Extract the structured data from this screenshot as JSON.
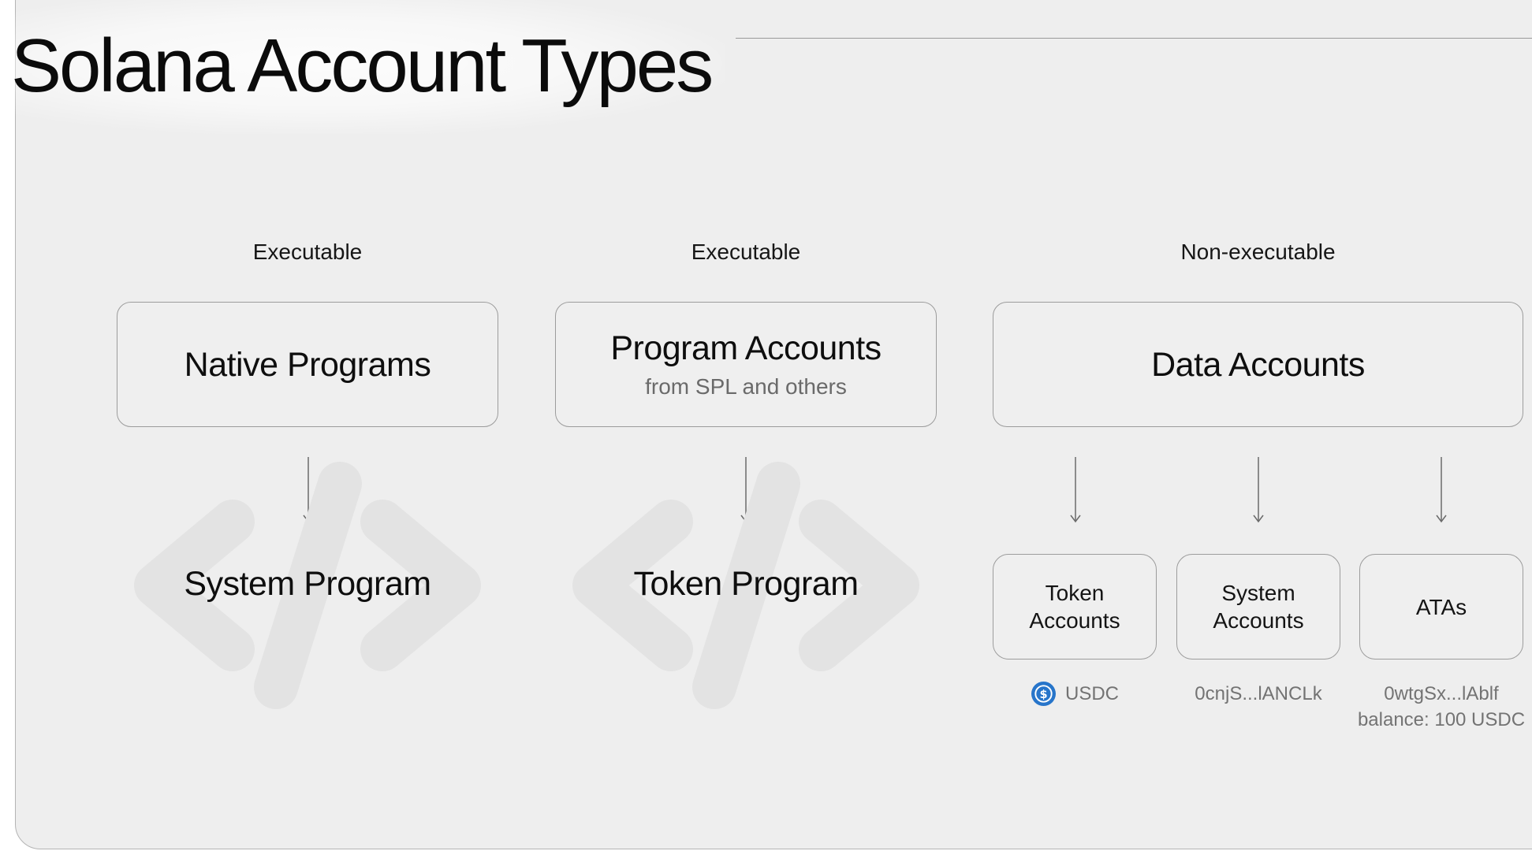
{
  "slide": {
    "title": "Solana Account Types"
  },
  "columns": [
    {
      "label": "Executable",
      "box_title": "Native Programs",
      "example": "System Program",
      "example_icon": "code-brackets-icon"
    },
    {
      "label": "Executable",
      "box_title": "Program Accounts",
      "box_subtitle": "from SPL and others",
      "example": "Token Program",
      "example_icon": "code-brackets-icon"
    },
    {
      "label": "Non-executable",
      "box_title": "Data Accounts",
      "children": [
        {
          "label_line1": "Token",
          "label_line2": "Accounts",
          "caption_line1": "USDC",
          "caption_icon": "usdc-coin-icon"
        },
        {
          "label_line1": "System",
          "label_line2": "Accounts",
          "caption_line1": "0cnjS...lANCLk"
        },
        {
          "label_line1": "ATAs",
          "caption_line1": "0wtgSx...lAblf",
          "caption_line2": "balance: 100 USDC"
        }
      ]
    }
  ],
  "colors": {
    "panel_background": "#eeeeee",
    "box_border": "#9c9c9c",
    "usdc_blue": "#2775ca",
    "code_icon_gray": "#e4e4e4"
  }
}
